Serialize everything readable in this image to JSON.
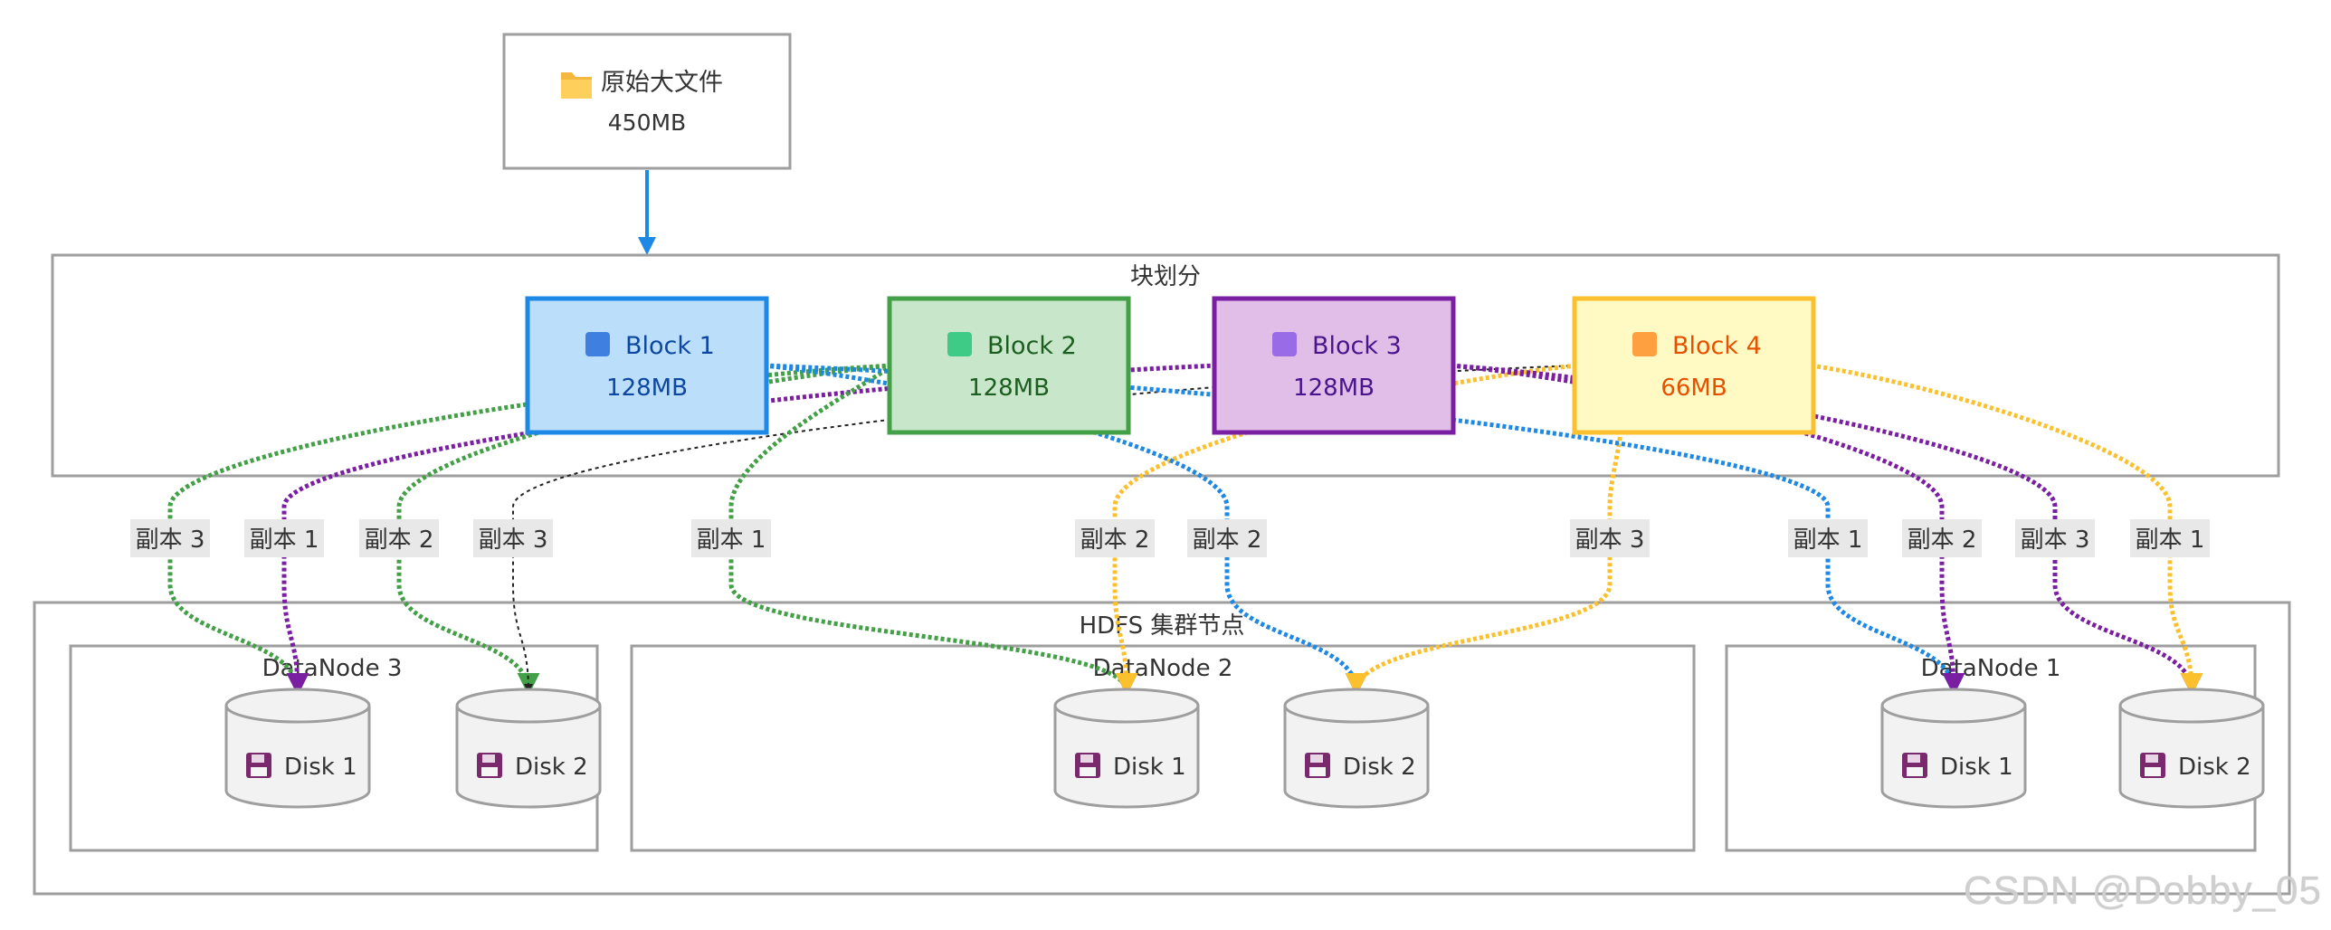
{
  "source": {
    "icon": "folder-icon",
    "title": "原始大文件",
    "size": "450MB"
  },
  "partition_group": {
    "title": "块划分"
  },
  "blocks": [
    {
      "id": "b1",
      "icon": "blue-square-icon",
      "label": "Block 1",
      "size": "128MB",
      "fill": "#bbdefb",
      "stroke": "#1e88e5",
      "text_color": "#0d47a1",
      "icon_color": "#3f7fe0"
    },
    {
      "id": "b2",
      "icon": "green-square-icon",
      "label": "Block 2",
      "size": "128MB",
      "fill": "#c8e6c9",
      "stroke": "#43a047",
      "text_color": "#1b5e20",
      "icon_color": "#3ecb85"
    },
    {
      "id": "b3",
      "icon": "purple-square-icon",
      "label": "Block 3",
      "size": "128MB",
      "fill": "#e1bee7",
      "stroke": "#7b1fa2",
      "text_color": "#4a148c",
      "icon_color": "#9a6be6"
    },
    {
      "id": "b4",
      "icon": "orange-square-icon",
      "label": "Block 4",
      "size": "66MB",
      "fill": "#fff9c4",
      "stroke": "#fbc02d",
      "text_color": "#e65100",
      "icon_color": "#ffa040"
    }
  ],
  "cluster": {
    "title": "HDFS 集群节点"
  },
  "datanodes": [
    {
      "id": "dn3",
      "title": "DataNode 3",
      "disks": [
        {
          "id": "dn3d1",
          "label": "Disk 1"
        },
        {
          "id": "dn3d2",
          "label": "Disk 2"
        }
      ]
    },
    {
      "id": "dn2",
      "title": "DataNode 2",
      "disks": [
        {
          "id": "dn2d1",
          "label": "Disk 1"
        },
        {
          "id": "dn2d2",
          "label": "Disk 2"
        }
      ]
    },
    {
      "id": "dn1",
      "title": "DataNode 1",
      "disks": [
        {
          "id": "dn1d1",
          "label": "Disk 1"
        },
        {
          "id": "dn1d2",
          "label": "Disk 2"
        }
      ]
    }
  ],
  "disk_icon": "floppy-disk-icon",
  "edges": [
    {
      "from": "b1",
      "to": "dn3d1",
      "label": "副本 3",
      "color": "#43a047",
      "block": "b2"
    },
    {
      "from": "b3",
      "to": "dn3d1",
      "label": "副本 1",
      "color": "#7b1fa2",
      "block": "b3"
    },
    {
      "from": "b2",
      "to": "dn3d2",
      "label": "副本 2",
      "color": "#43a047",
      "block": "b2"
    },
    {
      "from": "b4",
      "to": "dn3d2",
      "label": "副本 3",
      "color": "#222222",
      "block": "b4"
    },
    {
      "from": "b2",
      "to": "dn2d1",
      "label": "副本 1",
      "color": "#43a047",
      "block": "b2"
    },
    {
      "from": "b4",
      "to": "dn2d1",
      "label": "副本 2",
      "color": "#fbc02d",
      "block": "b4"
    },
    {
      "from": "b1",
      "to": "dn2d2",
      "label": "副本 2",
      "color": "#1e88e5",
      "block": "b1"
    },
    {
      "from": "b3",
      "to": "dn2d2",
      "label": "副本 3",
      "color": "#fbc02d",
      "block": "b4"
    },
    {
      "from": "b1",
      "to": "dn1d1",
      "label": "副本 1",
      "color": "#1e88e5",
      "block": "b1"
    },
    {
      "from": "b3",
      "to": "dn1d1",
      "label": "副本 2",
      "color": "#7b1fa2",
      "block": "b3"
    },
    {
      "from": "b1",
      "to": "dn1d2",
      "label": "副本 3",
      "color": "#7b1fa2",
      "block": "b3"
    },
    {
      "from": "b4",
      "to": "dn1d2",
      "label": "副本 1",
      "color": "#fbc02d",
      "block": "b4"
    }
  ],
  "main_arrow_color": "#1e88e5",
  "watermark": "CSDN @Dobby_05"
}
